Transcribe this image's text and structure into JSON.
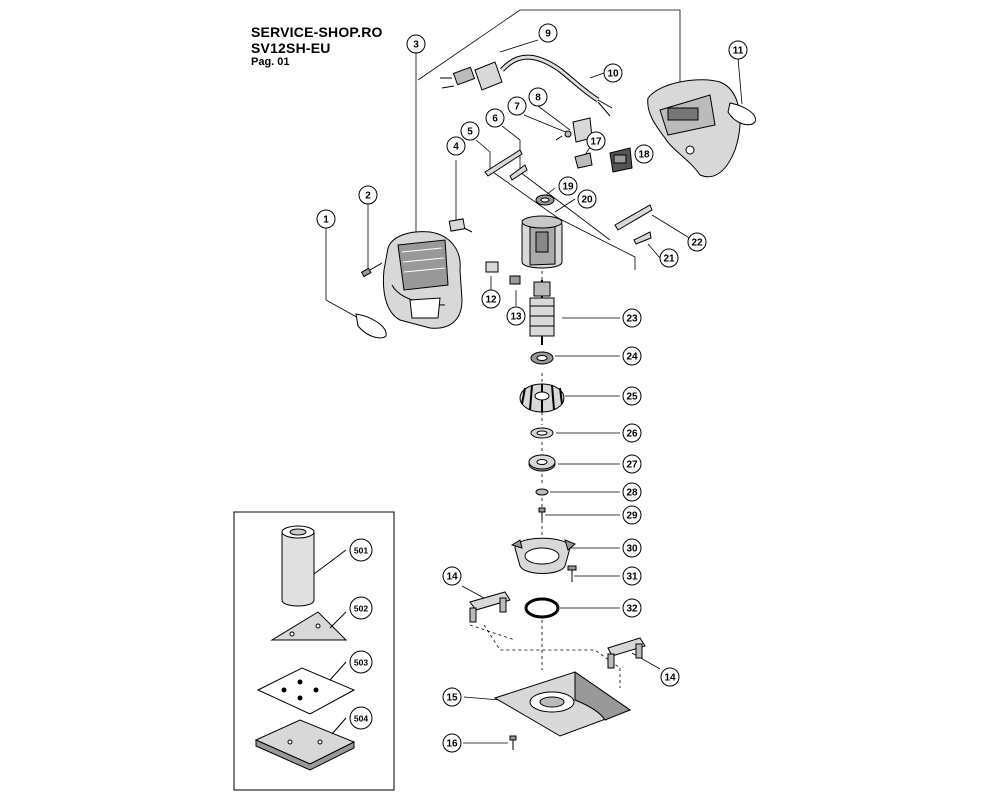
{
  "header": {
    "shop": "SERVICE-SHOP.RO",
    "model": "SV12SH-EU",
    "page": "Pag. 01"
  },
  "part_labels": [
    "1",
    "2",
    "3",
    "4",
    "5",
    "6",
    "7",
    "8",
    "9",
    "10",
    "11",
    "12",
    "13",
    "14",
    "14",
    "15",
    "16",
    "17",
    "18",
    "19",
    "20",
    "21",
    "22",
    "23",
    "24",
    "25",
    "26",
    "27",
    "28",
    "29",
    "30",
    "31",
    "32",
    "501",
    "502",
    "503",
    "504"
  ],
  "colors": {
    "line": "#000000",
    "part_fill": "#d8d8d8",
    "part_dark": "#777777",
    "background": "#ffffff"
  }
}
